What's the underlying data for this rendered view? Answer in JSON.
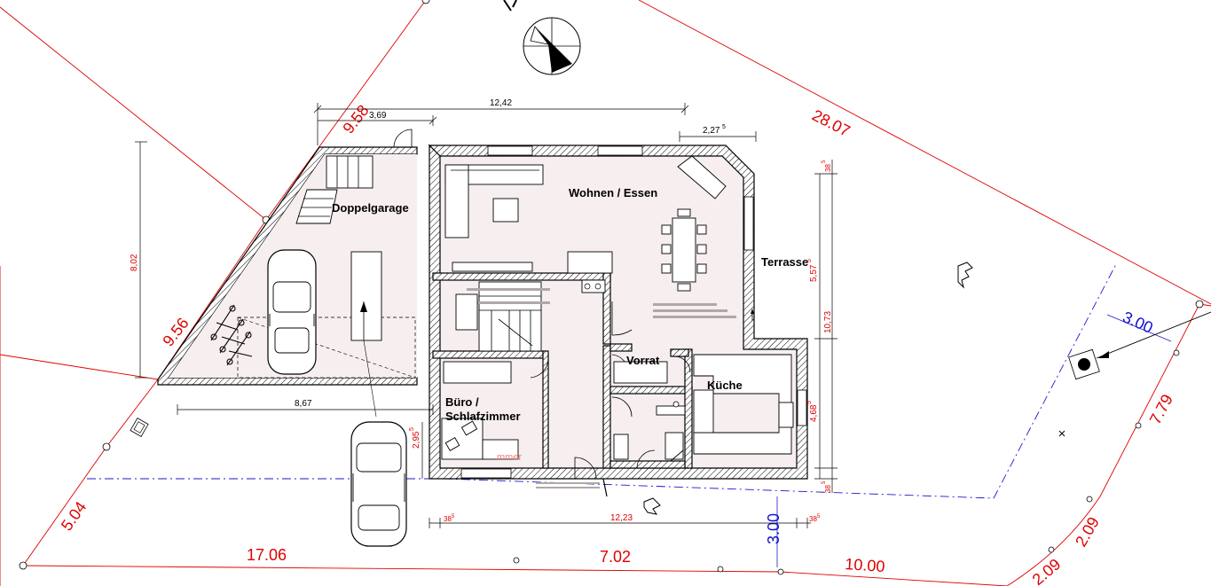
{
  "rooms": {
    "garage": "Doppelgarage",
    "living": "Wohnen / Essen",
    "terrace": "Terrasse",
    "pantry": "Vorrat",
    "kitchen": "Küche",
    "office_line1": "Büro /",
    "office_line2": "Schlafzimmer",
    "office_ghost": "mmer"
  },
  "dimensions": {
    "top_overall": "12,42",
    "top_garage": "3,69",
    "top_right": "2,27",
    "top_right_sup": "5",
    "garage_height": "8,02",
    "garage_width": "8,67",
    "right_total": "10,73",
    "right_upper": "5,57",
    "right_upper_sup": "5",
    "right_lower": "4,68",
    "right_lower_sup": "5",
    "right_top_small": "38",
    "right_top_small_sup": "5",
    "right_bottom_small": "38",
    "right_bottom_small_sup": "5",
    "bottom_total": "12,23",
    "bottom_left_small": "38",
    "bottom_left_small_sup": "5",
    "bottom_right_small": "38",
    "bottom_right_small_sup": "5",
    "entry_dim": "2,95",
    "entry_dim_sup": "5"
  },
  "plot_lengths": {
    "top_right": "28.07",
    "left_upper": "9.58",
    "left_middle": "9.56",
    "left_lower": "5.04",
    "bottom_left": "17.06",
    "bottom_middle": "7.02",
    "bottom_right": "10.00",
    "right_side": "7.79",
    "arc_a": "2.09",
    "arc_b": "2.09"
  },
  "setbacks": {
    "right": "3.00",
    "bottom": "3.00"
  },
  "icons": [
    "north-arrow-icon",
    "car-icon",
    "bicycle-icon",
    "tree-icon",
    "manhole-icon"
  ],
  "colors": {
    "plot_line": "#e00000",
    "setback_line": "#1a1acc",
    "floor_tint": "#f7efef"
  }
}
